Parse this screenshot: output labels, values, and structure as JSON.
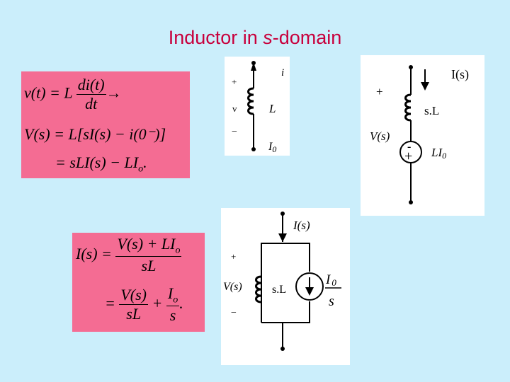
{
  "title": {
    "prefix": "Inductor in ",
    "italic": "s",
    "suffix": "-domain"
  },
  "eq1": {
    "l1_left": "v(t) = L ",
    "l1_num": "di(t)",
    "l1_den": "dt",
    "l1_arrow": "→",
    "l2": "V(s) = L[sI(s) − i(0⁻)]",
    "l3": "= sLI(s) − LI",
    "l3_sub": "o",
    "l3_end": "."
  },
  "eq2": {
    "l1_left": "I(s) = ",
    "l1_num": "V(s) + LI",
    "l1_num_sub": "o",
    "l1_den": "sL",
    "l2_eq": "= ",
    "l2_num1": "V(s)",
    "l2_den1": "sL",
    "l2_plus": " + ",
    "l2_num2": "I",
    "l2_num2_sub": "o",
    "l2_den2": "s",
    "l2_end": "."
  },
  "c1": {
    "plus": "+",
    "v": "v",
    "minus": "−",
    "i": "i",
    "L": "L",
    "I0": "I",
    "I0_sub": "0"
  },
  "c2": {
    "Is": "I(s)",
    "plus": "+",
    "sL": "s.L",
    "Vs": "V(s)",
    "src_minus": "-",
    "src_plus": "+",
    "LI0": "LI",
    "LI0_sub": "0"
  },
  "c3": {
    "Is": "I(s)",
    "plus": "+",
    "Vs": "V(s)",
    "minus": "−",
    "sL": "s.L",
    "I0": "I",
    "I0_sub": "0",
    "s": "s"
  }
}
